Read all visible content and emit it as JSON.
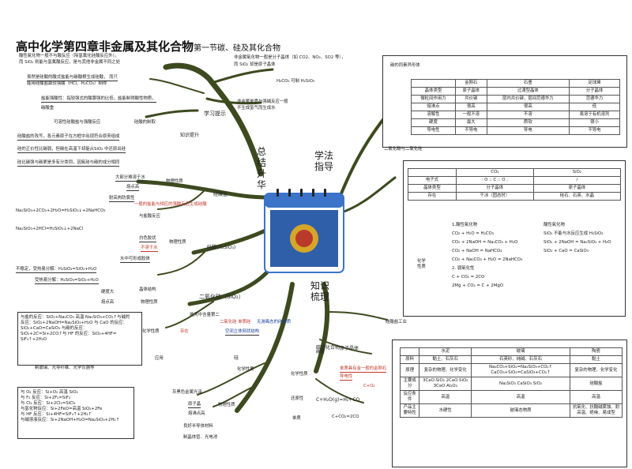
{
  "title": {
    "main": "高中化学第四章非金属及其化合物",
    "sub": "第一节碳、硅及其化合物"
  },
  "center": {
    "top_left": "总结升华",
    "top_right": "学法指导",
    "bottom_right": "知识梳理"
  },
  "branches": {
    "learning": "学习提示",
    "knowledge": "知识提升",
    "silicate": "硅酸盐",
    "silicic_acid": "硅酸(H₂SiO₃)",
    "sio2": "二氧化硅（SiO₂）",
    "si": "硅",
    "carbon": "碳的化合物"
  },
  "top_notes": {
    "n1": "酸性氧化物一般不与酸反应（除氢氟化硅酸反应外）。",
    "n2": "而 SiO₂ 则能与氢氟酸反应，是与其他非金属不同之处",
    "n3": "非金属氧化物一般是分子晶体（如 CO2、NO₂、SO2 等），",
    "n4": "而 SiO₂ 却是原子晶体",
    "n5": "虽然是硅酸的酸式盐能与碳酸根生成硅酸，  而只",
    "n6": "能用硅酸盐跟较强酸（HCl、H₂CO₃）制得",
    "n7": "H₂CO₃ 可制 H₂SiO₃",
    "n8": "盐能强酸性：指较强式的酸跟强的比低，盐能制得酸性物质，",
    "n9": "碳酸重",
    "n10": "非金属单质与强碱反应一般",
    "n11": "不生成氢气而生成水",
    "n12": "可溶性硅酸盐与强酸反应",
    "n13": "硅酸的制取",
    "n14": "硅酸盐的改写，各元素原子在方框中出现符合原来组成",
    "n15": "硅的正价性比碳弱，但碳在高温下却能从SiO₂ 中还原出硅",
    "n16": "硅比碳强与碳更是多有分类同，因氧硅与碳的成分相同"
  },
  "silicate_notes": {
    "s1": "大部分难溶于水",
    "s2": "物理性质",
    "s3": "熔点高",
    "s4": "耐高热防腐性",
    "s5": "一般的盐能与相应的强酸反应生成硅酸",
    "s6": "Na₂SiO₃+2CO₂+2H₂O=H₂SiO₃↓+2NaHCO₃",
    "s7": "Na₂SiO₃+2HCl=H₂SiO₃↓+2NaCl",
    "s8": "与盐酸反应",
    "s9": "白色胶状",
    "s10": "不溶于水",
    "s11": "物理性质",
    "s12": "水中可形成胶体",
    "s13": "不稳定，受热易分解：H₂SiO₃=SiO₂+H₂O",
    "s14": "受热易分解：H₂SiO₃=SiO₂+H₂O"
  },
  "sio2_notes": {
    "o1": "晶体结构",
    "o2": "硬度大",
    "o3": "物理性质",
    "o4": "熔点高",
    "o5": "与盐的反应：SiO₂+Na₂CO₃ 高温 Na₂SiO₃+CO₂↑与碱的",
    "o6": "反应：SiO₂+2NaOH=Na₂SiO₃+H₂O 与 CaO 的反应：",
    "o7": "SiO₂+CaO=CaSiO₃ 与碳的反应：",
    "o8": "SiO₂+2C=Si+2CO↑与 HF 的反应：SiO₂+4HF=",
    "o9": "SiF₄↑+2H₂O",
    "o10": "化学性质",
    "o11": "制玻璃、光导纤维、光学仪器等",
    "o12": "应用",
    "o13": "地壳中含量第二",
    "o14": "存在",
    "o15": "二氧化硅 单质硅",
    "o16": "无游离态的硅单质",
    "o17": "空间立体网状结构"
  },
  "si_notes": {
    "i1": "与 O₂ 反应：Si+O₂ 高温 SiO₂",
    "i2": "与 F₂ 反应：Si+2F₂=SiF₄",
    "i3": "与 Cl₂ 反应：Si+2Cl₂=SiCl₄",
    "i4": "与氢化物反应：Si+2FeO=高温 SiO₂+2Fe",
    "i5": "与 HF 反应：Si+4HF=SiF₄↑+2H₂↑",
    "i6": "与碱溶液反应：Si+2NaOH+H₂O=Na₂SiO₃+2H₂↑",
    "i7": "灰黑色金属光泽",
    "i8": "原子晶",
    "i9": "熔沸点高",
    "i10": "物理性质",
    "i11": "良好半导体材料",
    "i12": "制晶体管、光电池",
    "i13": "化学性质",
    "i14": "硅"
  },
  "carbon_notes": {
    "c1": "碳酸",
    "c2": "原子晶体",
    "c3": "化学性质",
    "c4": "单质具有金一般的金刚石",
    "c5": "导电性",
    "c6": "还原性",
    "c7": "C+H₂O(g)=H₂+CO",
    "c8": "C+O₂",
    "c9": "C+CO₂=2CO",
    "c10": "碳的",
    "c11": "单质",
    "c12": "硅酸盐工业"
  },
  "table_allotrope": {
    "caption": "碳的同素异形体",
    "header": [
      "",
      "金刚石",
      "石墨",
      "足球烯"
    ],
    "rows": [
      [
        "晶体类型",
        "原子晶体",
        "过渡型晶体",
        "分子晶体"
      ],
      [
        "微粒间作用力",
        "共价键",
        "层内共价键，层间范德华力",
        "范德华力"
      ],
      [
        "熔沸点",
        "很高",
        "很高",
        "低"
      ],
      [
        "溶解性",
        "一般不溶",
        "不溶",
        "易溶于有机溶剂"
      ],
      [
        "硬度",
        "最大",
        "质软",
        "很小"
      ],
      [
        "导电性",
        "不导电",
        "导电",
        "不导电"
      ]
    ]
  },
  "table_co2_sio2": {
    "caption": "二氧化碳与二氧化硅",
    "header": [
      "",
      "CO₂",
      "SiO₂"
    ],
    "rows": [
      [
        "电子式",
        ": O :: C :: O :",
        "/"
      ],
      [
        "晶体类型",
        "分子晶体",
        "原子晶体"
      ],
      [
        "存在",
        "干冰（固态时）",
        "硅石、石英、水晶"
      ]
    ],
    "chem_label": "化学性质",
    "co2_props": [
      "1.酸性氧化物",
      "CO₂ + H₂O = H₂CO₃",
      "CO₂ + 2NaOH = Na₂CO₃ + H₂O",
      "CO₂ + NaOH = NaHCO₃",
      "CO₂ + Na₂CO₃ + H₂O = 2NaHCO₃",
      "2. 弱氧化性",
      "C + CO₂ = 2CO",
      "2Mg + CO₂ = C + 2MgO"
    ],
    "sio2_props": [
      "酸性氧化物",
      "SiO₂ 不能与水反应生成 H₂SiO₃",
      "SiO₂ + 2NaOH = Na₂SiO₃ + H₂O",
      "SiO₂ + CaO = CaSiO₃"
    ]
  },
  "table_industry": {
    "header": [
      "",
      "水泥",
      "玻璃",
      "陶瓷"
    ],
    "rows": [
      [
        "原料",
        "黏土、石灰石",
        "石英砂、纯碱、石灰石",
        "黏土"
      ],
      [
        "原理",
        "复杂的物理、化学变化",
        "Na₂CO₃+SiO₂=Na₂SiO₃+CO₂↑ CaCO₃+SiO₂=CaSiO₃+CO₂↑",
        "复杂的物理、化学变化"
      ],
      [
        "主要成分",
        "3CaO·SiO₂ 2CaO·SiO₂ 3CaO·Al₂O₃",
        "Na₂SiO₃ CaSiO₃ SiO₂",
        "硅酸盐"
      ],
      [
        "反应条件",
        "高温",
        "高温",
        "高温"
      ],
      [
        "产品主要特性",
        "水硬性",
        "玻璃态物质",
        "抗氧化、抗酸碱腐蚀、耐高温、绝缘、易成型"
      ]
    ]
  },
  "colors": {
    "branch": "#3d4a1f",
    "accent_red": "#c0392b",
    "calendar_blue": "#3b74c9"
  }
}
